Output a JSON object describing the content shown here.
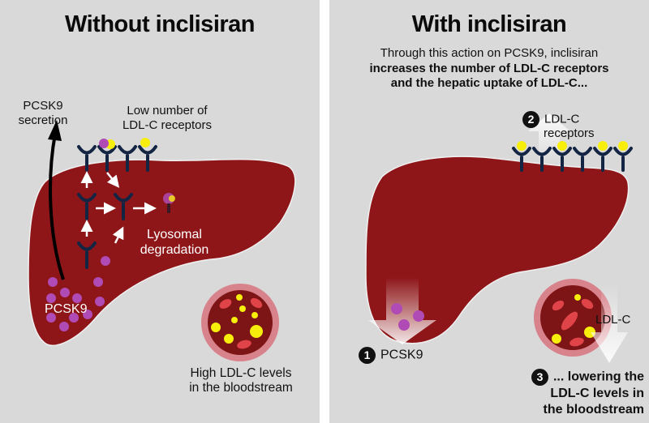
{
  "colors": {
    "background": "#d9d9d9",
    "divider": "#ffffff",
    "liver": "#8e1518",
    "receptor": "#142544",
    "pcsk9": "#b04bb5",
    "ldl": "#f7ee0c",
    "vessel_wall": "#d8838c",
    "vessel_lumen": "#7d1416",
    "red_cell": "#e04449"
  },
  "left": {
    "title": "Without inclisiran",
    "secretion_label": [
      "PCSK9",
      "secretion"
    ],
    "receptors_label": [
      "Low number of",
      "LDL-C receptors"
    ],
    "lysosomal_label": [
      "Lyosomal",
      "degradation"
    ],
    "pcsk9_label": "PCSK9",
    "blood_label": [
      "High LDL-C levels",
      "in the bloodstream"
    ]
  },
  "right": {
    "title": "With inclisiran",
    "intro_plain": "Through this action on PCSK9, inclisiran",
    "intro_bold": [
      "increases the number of LDL-C receptors",
      "and the hepatic uptake of LDL-C..."
    ],
    "step2": {
      "number": "2",
      "label": [
        "LDL-C",
        "receptors"
      ]
    },
    "step1": {
      "number": "1",
      "label": "PCSK9"
    },
    "ldl_label": "LDL-C",
    "step3": {
      "number": "3",
      "label": [
        "... lowering the",
        "LDL-C levels in",
        "the bloodstream"
      ]
    }
  }
}
